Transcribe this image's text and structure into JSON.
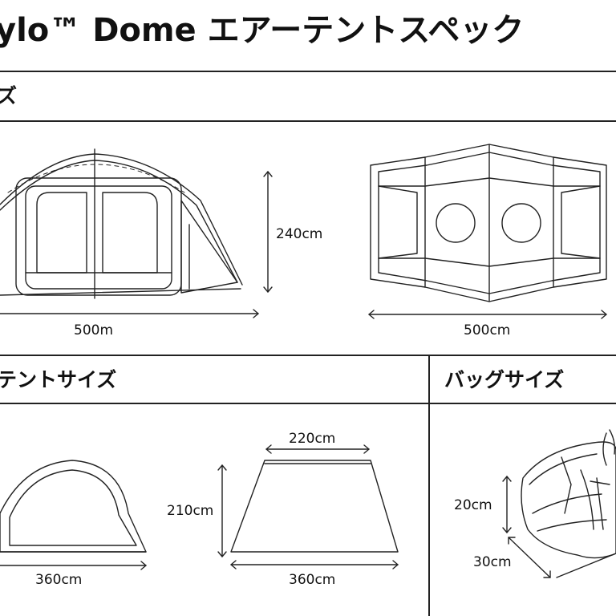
{
  "title": "ylo™ Dome エアーテントスペック",
  "sections": {
    "main": {
      "label": "ズ"
    },
    "inner": {
      "label": "テントサイズ"
    },
    "bag": {
      "label": "バッグサイズ"
    }
  },
  "dimensions": {
    "front_width": "500m",
    "front_height": "240cm",
    "top_width": "500cm",
    "inner_side_width": "360cm",
    "inner_top_width": "220cm",
    "inner_height": "210cm",
    "inner_bottom_width": "360cm",
    "bag_height": "20cm",
    "bag_depth": "30cm"
  }
}
